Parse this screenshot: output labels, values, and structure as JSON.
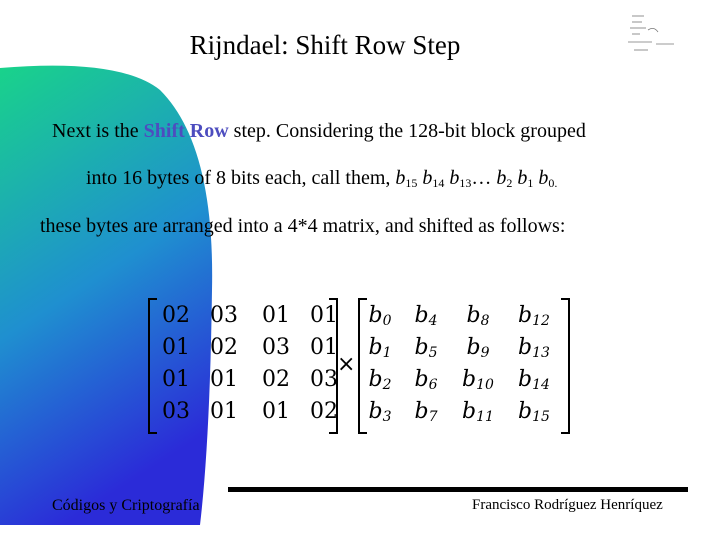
{
  "slide": {
    "title": "Rijndael: Shift Row Step",
    "para_prefix": "Next is the ",
    "para_highlight": "Shift Row",
    "para_line1_rest": " step. Considering the 128-bit block grouped",
    "para_line2_start": "into 16 bytes of 8 bits each, call them, ",
    "para_line3": "these bytes are arranged into a 4*4 matrix, and shifted as follows:",
    "byte_names": [
      "b",
      "b",
      "b",
      "b",
      "b",
      "b"
    ],
    "byte_subs": [
      "15",
      "14",
      "13",
      "2",
      "1",
      "0."
    ],
    "ellipsis": "…",
    "times_symbol": "×",
    "footer_left": "Códigos y Criptografía",
    "footer_right": "Francisco Rodríguez Henríquez",
    "colors": {
      "highlight": "#4d4dbf",
      "gradient_top": "#19d38a",
      "gradient_bottom": "#2b2bd8"
    }
  },
  "matrix_a": [
    [
      "02",
      "03",
      "01",
      "01"
    ],
    [
      "01",
      "02",
      "03",
      "01"
    ],
    [
      "01",
      "01",
      "02",
      "03"
    ],
    [
      "03",
      "01",
      "01",
      "02"
    ]
  ],
  "matrix_b": [
    [
      {
        "v": "b",
        "s": "0"
      },
      {
        "v": "b",
        "s": "4"
      },
      {
        "v": "b",
        "s": "8"
      },
      {
        "v": "b",
        "s": "12"
      }
    ],
    [
      {
        "v": "b",
        "s": "1"
      },
      {
        "v": "b",
        "s": "5"
      },
      {
        "v": "b",
        "s": "9"
      },
      {
        "v": "b",
        "s": "13"
      }
    ],
    [
      {
        "v": "b",
        "s": "2"
      },
      {
        "v": "b",
        "s": "6"
      },
      {
        "v": "b",
        "s": "10"
      },
      {
        "v": "b",
        "s": "14"
      }
    ],
    [
      {
        "v": "b",
        "s": "3"
      },
      {
        "v": "b",
        "s": "7"
      },
      {
        "v": "b",
        "s": "11"
      },
      {
        "v": "b",
        "s": "15"
      }
    ]
  ]
}
